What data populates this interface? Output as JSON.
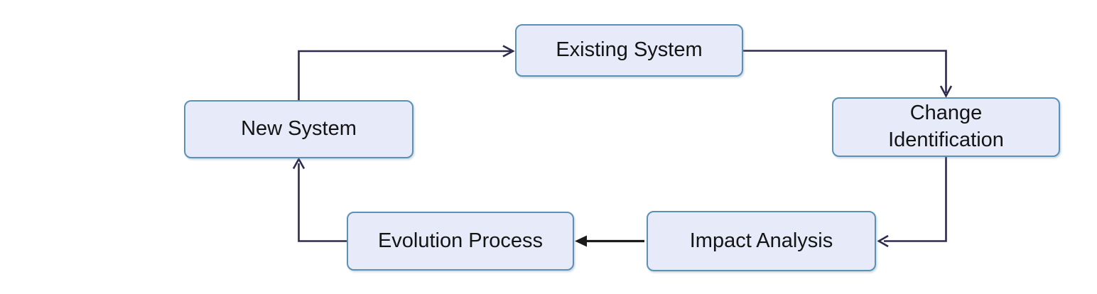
{
  "diagram": {
    "type": "flowchart-cycle",
    "nodes": [
      {
        "id": "existing-system",
        "label": "Existing System"
      },
      {
        "id": "change-identification",
        "label": "Change Identification"
      },
      {
        "id": "impact-analysis",
        "label": "Impact Analysis"
      },
      {
        "id": "evolution-process",
        "label": "Evolution Process"
      },
      {
        "id": "new-system",
        "label": "New System"
      }
    ],
    "edges": [
      {
        "from": "new-system",
        "to": "existing-system",
        "arrowhead": "open-chevron",
        "route": "up-then-right"
      },
      {
        "from": "existing-system",
        "to": "change-identification",
        "arrowhead": "open-chevron",
        "route": "right-then-down"
      },
      {
        "from": "change-identification",
        "to": "impact-analysis",
        "arrowhead": "open-chevron",
        "route": "down-then-left"
      },
      {
        "from": "impact-analysis",
        "to": "evolution-process",
        "arrowhead": "solid-triangle",
        "route": "left"
      },
      {
        "from": "evolution-process",
        "to": "new-system",
        "arrowhead": "open-chevron",
        "route": "left-then-up"
      }
    ],
    "colors": {
      "node_fill": "#E7EAF8",
      "node_border": "#5C90B4",
      "connector": "#2E2A4D",
      "connector_dark": "#1A1A1A",
      "text": "#141414",
      "card_background": "#FFFFFF"
    }
  }
}
